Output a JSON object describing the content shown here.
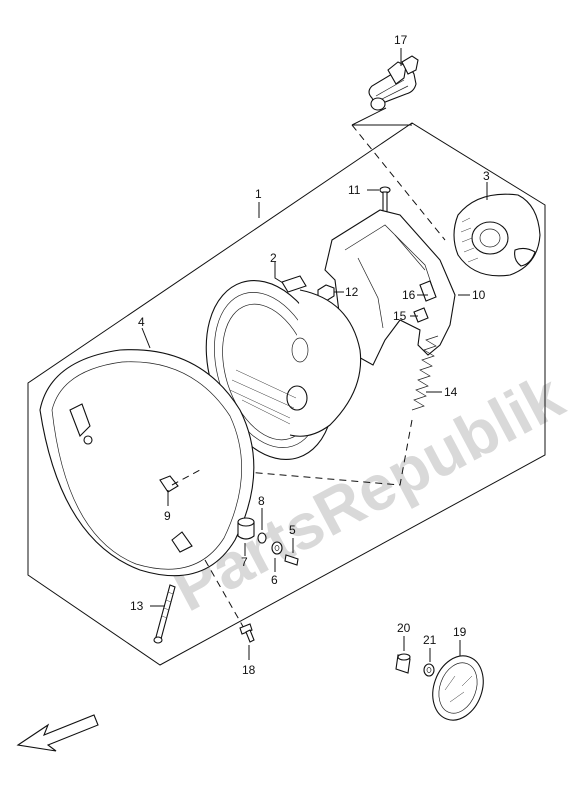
{
  "watermark": "PartsRepublik",
  "callouts": [
    {
      "id": "1",
      "text": "1"
    },
    {
      "id": "2",
      "text": "2"
    },
    {
      "id": "3",
      "text": "3"
    },
    {
      "id": "4",
      "text": "4"
    },
    {
      "id": "5",
      "text": "5"
    },
    {
      "id": "6",
      "text": "6"
    },
    {
      "id": "7",
      "text": "7"
    },
    {
      "id": "8",
      "text": "8"
    },
    {
      "id": "9",
      "text": "9"
    },
    {
      "id": "10",
      "text": "10"
    },
    {
      "id": "11",
      "text": "11"
    },
    {
      "id": "12",
      "text": "12"
    },
    {
      "id": "13",
      "text": "13"
    },
    {
      "id": "14",
      "text": "14"
    },
    {
      "id": "15",
      "text": "15"
    },
    {
      "id": "16",
      "text": "16"
    },
    {
      "id": "17",
      "text": "17"
    },
    {
      "id": "18",
      "text": "18"
    },
    {
      "id": "19",
      "text": "19"
    },
    {
      "id": "20",
      "text": "20"
    },
    {
      "id": "21",
      "text": "21"
    }
  ]
}
